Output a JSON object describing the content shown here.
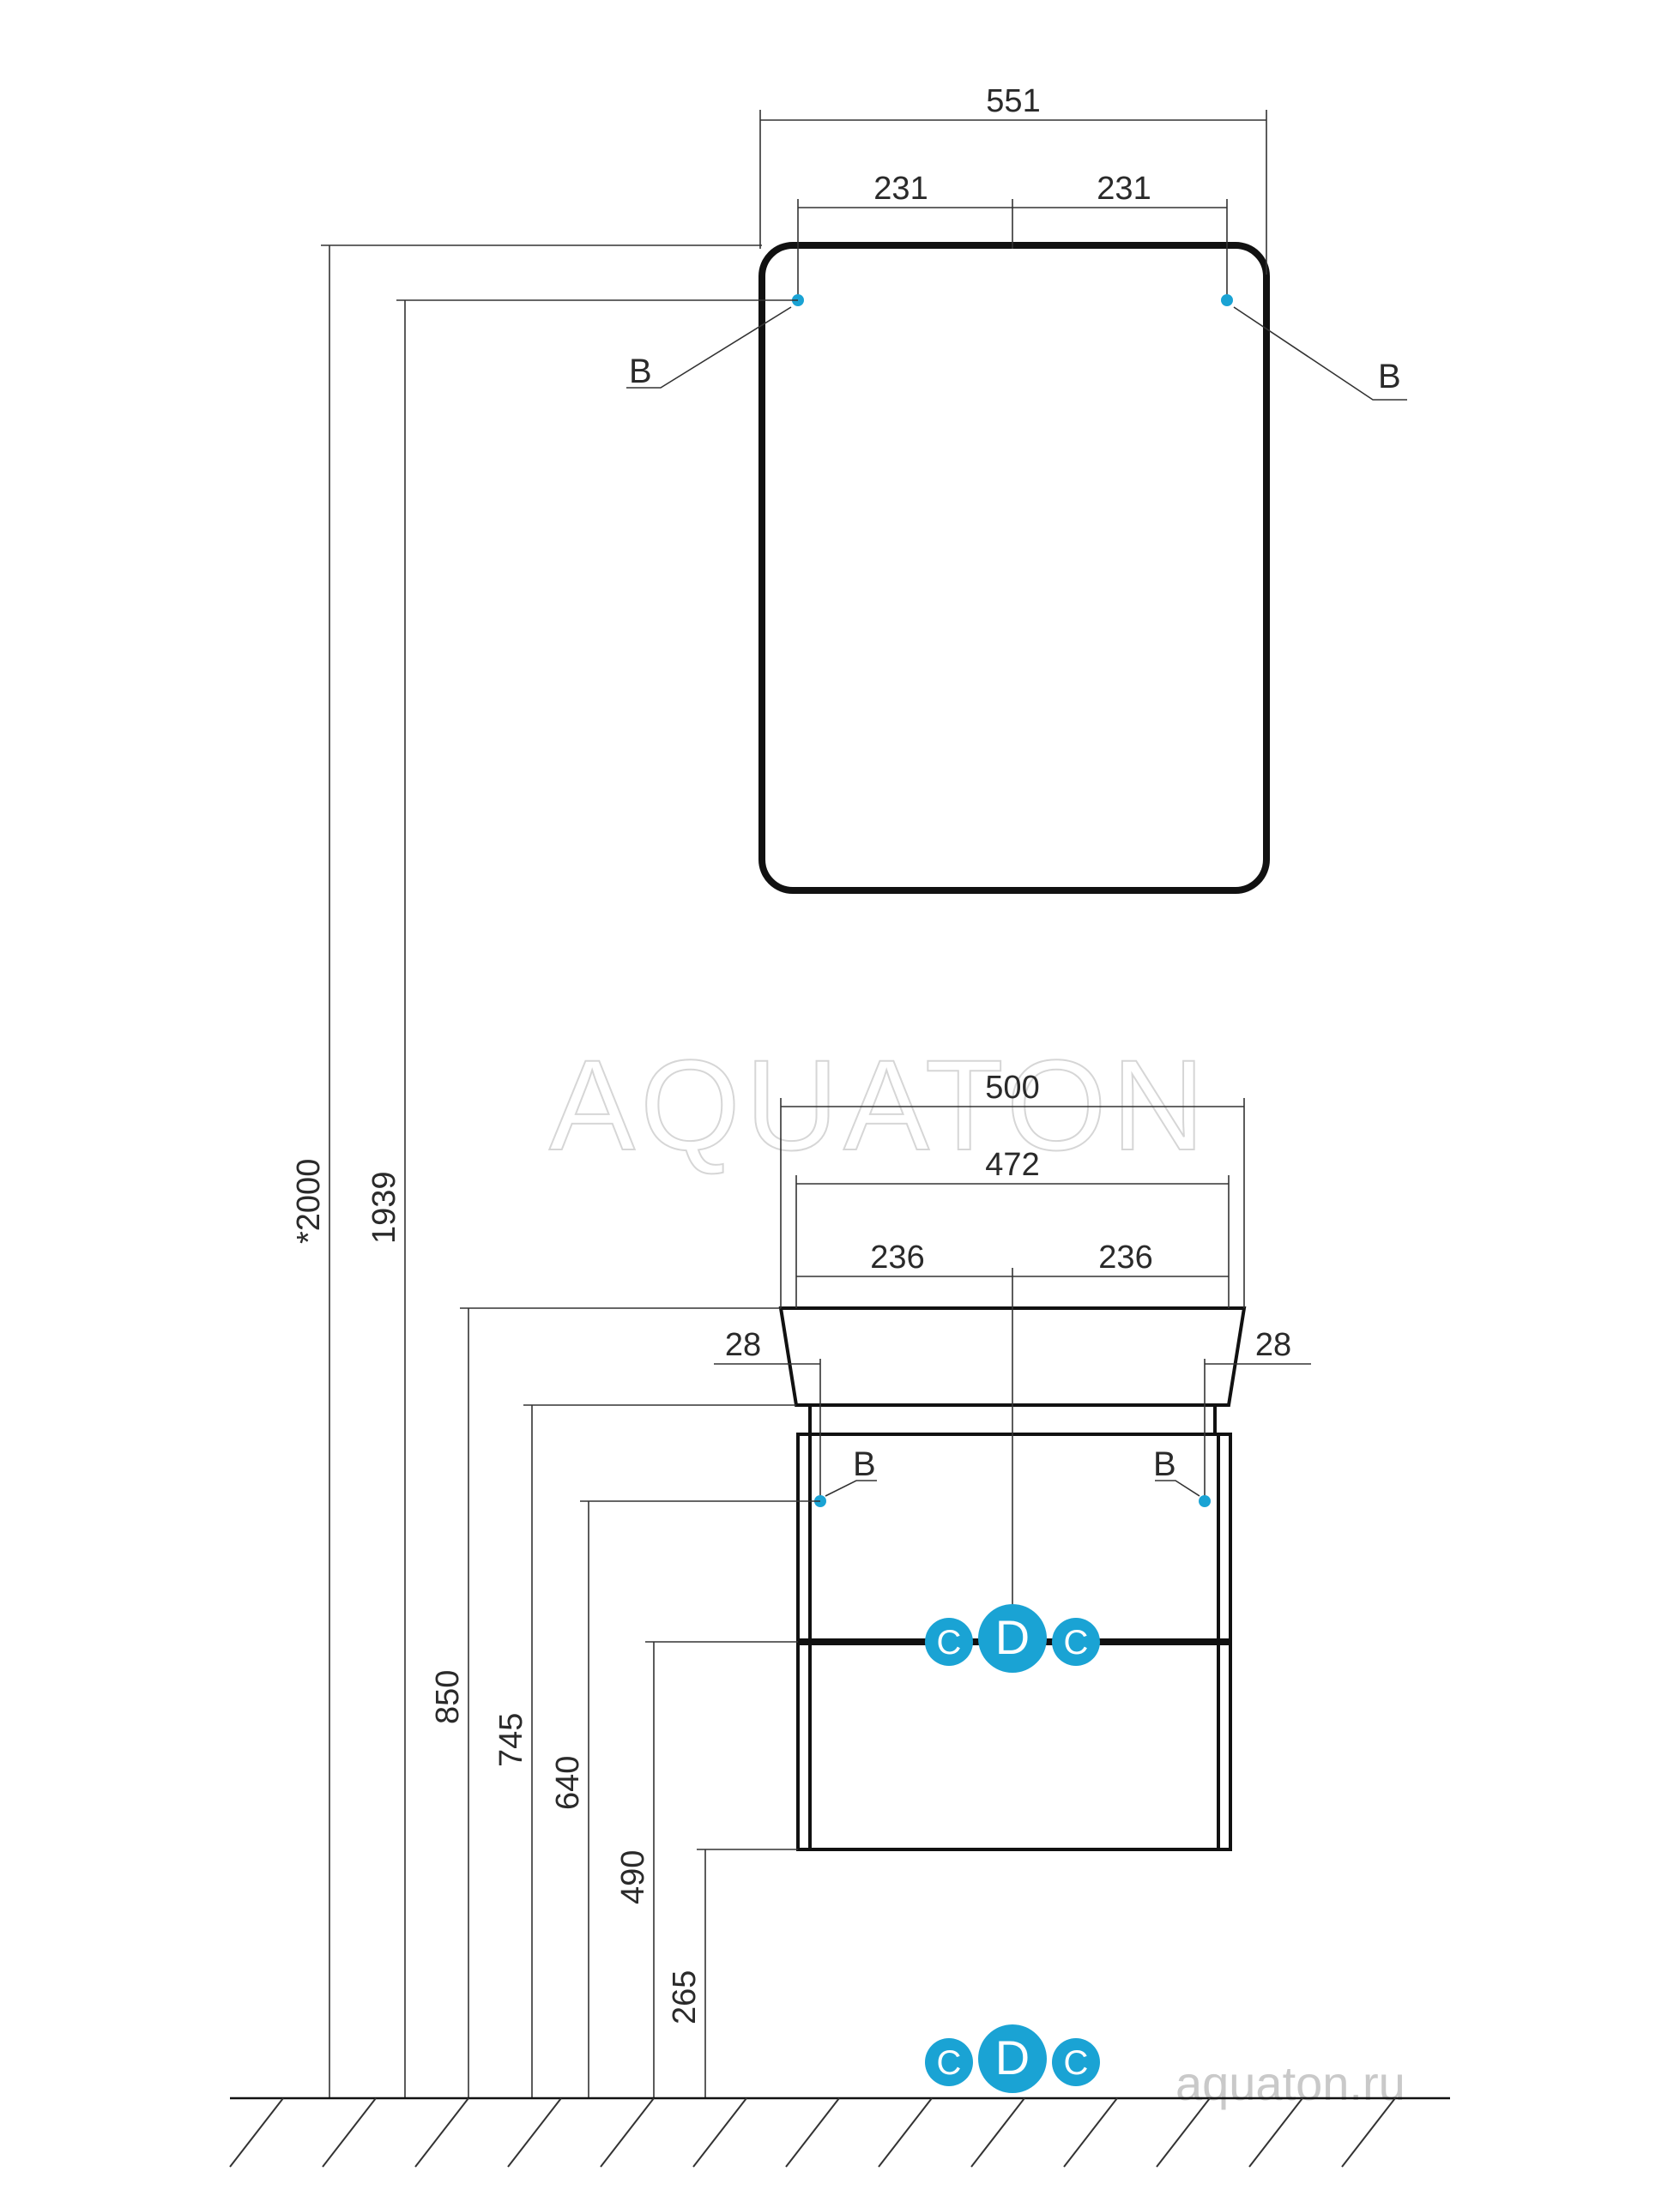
{
  "colors": {
    "accent": "#1aa3d4",
    "line": "#111111",
    "watermark": "#d6d6d6"
  },
  "watermark": "AQUATON",
  "site": "aquaton.ru",
  "mirror": {
    "width": "551",
    "half_left": "231",
    "half_right": "231",
    "mount_left": "B",
    "mount_right": "B"
  },
  "cabinet": {
    "width_outer": "500",
    "width_inner": "472",
    "half_left": "236",
    "half_right": "236",
    "offset_left": "28",
    "offset_right": "28",
    "mount_left": "B",
    "mount_right": "B"
  },
  "heights": {
    "total": "*2000",
    "mirror_mount": "1939",
    "basin_top": "850",
    "cabinet_top": "745",
    "mount_points": "640",
    "drawer_line": "490",
    "cabinet_bottom": "265"
  },
  "connections": {
    "cold": "C",
    "drain": "D",
    "hot": "C"
  }
}
